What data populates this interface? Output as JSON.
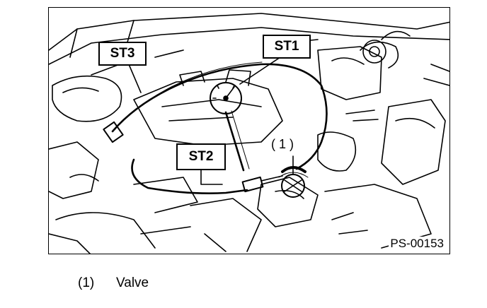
{
  "callouts": {
    "st1": "ST1",
    "st2": "ST2",
    "st3": "ST3",
    "valve_ref": "( 1 )"
  },
  "figure_id": "PS-00153",
  "legend": [
    {
      "number": "(1)",
      "label": "Valve"
    }
  ]
}
